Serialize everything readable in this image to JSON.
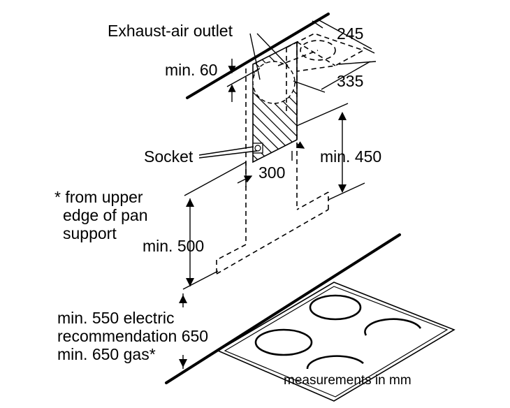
{
  "labels": {
    "exhaust_outlet": "Exhaust-air outlet",
    "min_60": "min. 60",
    "dim_245": "245",
    "dim_335": "335",
    "socket": "Socket",
    "dim_300": "300",
    "min_450": "min. 450",
    "footnote_line1": "* from upper",
    "footnote_line2": "edge of pan",
    "footnote_line3": "support",
    "min_500": "min. 500",
    "clearance_line1": "min. 550 electric",
    "clearance_line2": "recommendation 650",
    "clearance_line3": "min. 650 gas*",
    "units": "measurements in mm"
  }
}
